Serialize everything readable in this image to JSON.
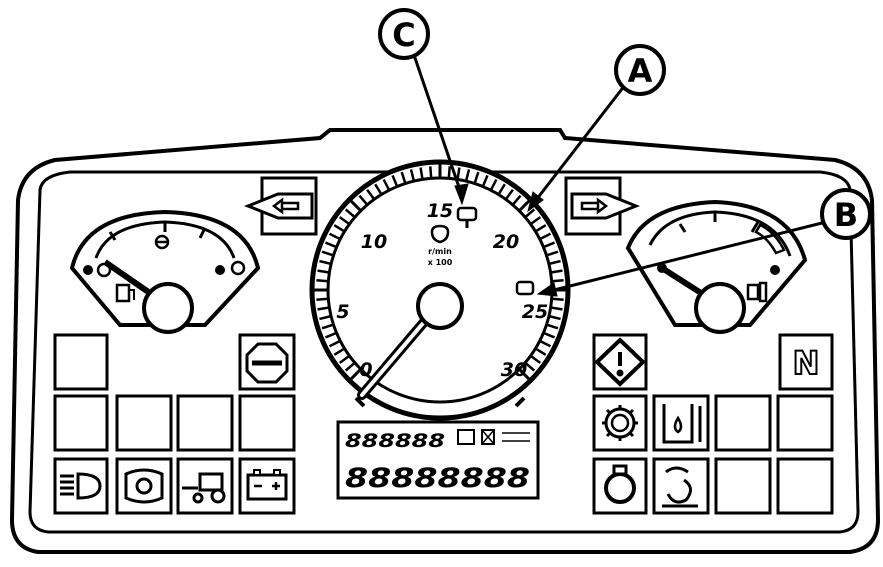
{
  "callouts": {
    "a": "A",
    "b": "B",
    "c": "C"
  },
  "tachometer": {
    "scale_labels": [
      "0",
      "5",
      "10",
      "15",
      "20",
      "25",
      "30"
    ],
    "unit_line1": "r/min",
    "unit_line2": "x 100",
    "pointer_value": 0
  },
  "indicators": {
    "neutral_letter": "N"
  },
  "display": {
    "top_digits": "888888",
    "bottom_digits": "88888888"
  },
  "icons": {
    "left_turn": "left-turn-arrow-icon",
    "right_turn": "right-turn-arrow-icon",
    "stop": "stop-icon",
    "fuel": "fuel-pump-icon",
    "coolant": "coolant-temperature-icon",
    "headlight": "headlight-icon",
    "pto": "pto-icon",
    "trailer": "tractor-trailer-icon",
    "battery": "battery-icon",
    "warning": "warning-diamond-icon",
    "air_filter": "air-filter-icon",
    "hydraulic_oil": "hydraulic-oil-icon",
    "engine_oil": "engine-oil-icon",
    "park_brake": "park-brake-icon"
  }
}
